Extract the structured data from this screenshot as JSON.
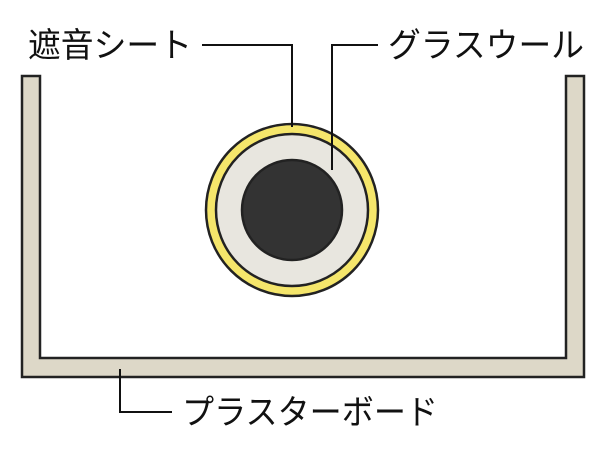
{
  "labels": {
    "sound_barrier_sheet": "遮音シート",
    "glass_wool": "グラスウール",
    "plasterboard": "プラスターボード"
  },
  "colors": {
    "board_fill": "#ddd8c8",
    "board_stroke": "#222222",
    "sheet_fill": "#f5e66b",
    "wool_fill": "#e8e6df",
    "pipe_fill": "#333333",
    "line": "#111111",
    "background": "#ffffff"
  }
}
